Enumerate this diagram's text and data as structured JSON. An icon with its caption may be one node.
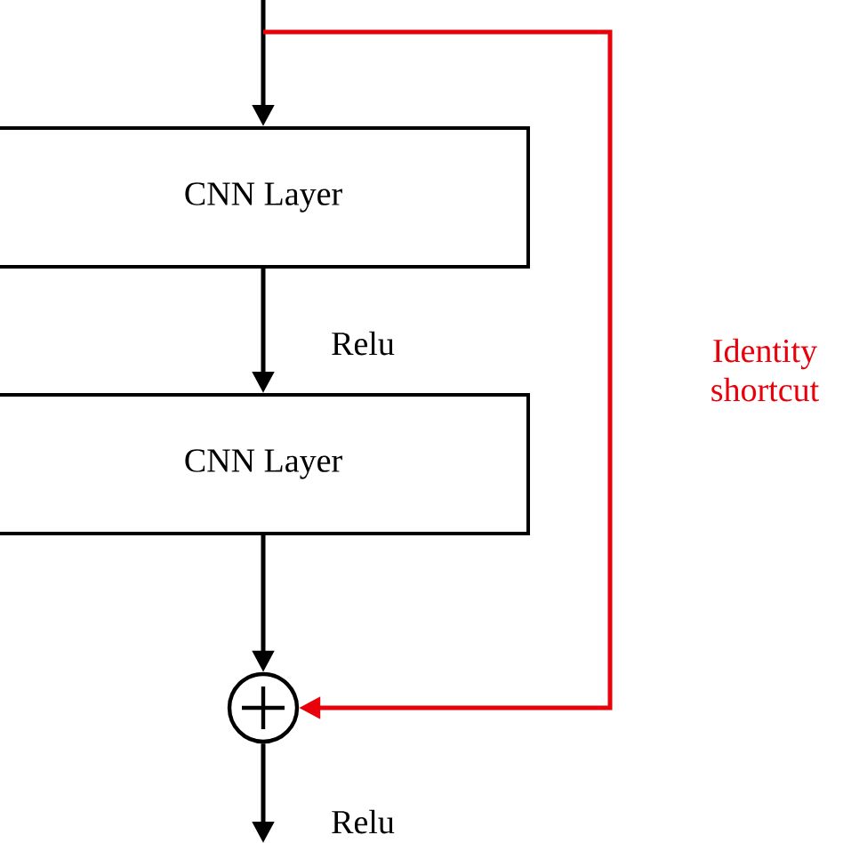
{
  "diagram": {
    "nodes": [
      {
        "text": [
          "CNN Layer"
        ]
      },
      {
        "text": [
          "CNN Layer"
        ]
      },
      {
        "text": [],
        "shape": "circle"
      }
    ],
    "edges": [
      {
        "from": null,
        "to": 0,
        "arrow": "to"
      },
      {
        "from": 0,
        "to": 1,
        "arrow": "to",
        "label": "Relu"
      },
      {
        "from": 1,
        "to": 2,
        "arrow": "to"
      },
      {
        "from": 2,
        "to": null,
        "arrow": "to",
        "label": "Relu"
      },
      {
        "from": null,
        "to": 2,
        "arrow": "to",
        "label": "Identity shortcut",
        "color": "#e8000b"
      }
    ]
  }
}
